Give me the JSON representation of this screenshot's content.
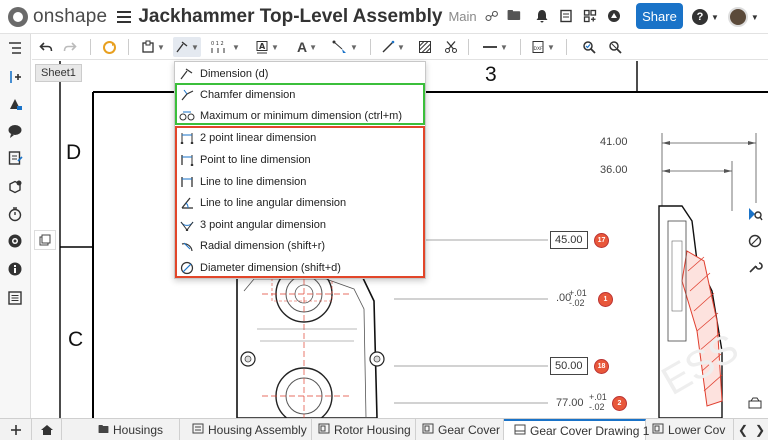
{
  "header": {
    "logo_text": "onshape",
    "title": "Jackhammer Top-Level Assembly",
    "workspace": "Main",
    "share_label": "Share",
    "help_symbol": "?"
  },
  "toolbar": {
    "text_tool": "A"
  },
  "canvas": {
    "sheet_label": "Sheet1",
    "zone_top": "3",
    "zone_left_upper": "D",
    "zone_left_lower": "C",
    "dims": {
      "d1": "41.00",
      "d2": "36.00",
      "d3": "45.00",
      "d4": ".00",
      "d5": "50.00",
      "d6": "77.00"
    },
    "tolerances": {
      "upper": "+.01",
      "lower": "-.02"
    },
    "balloons": {
      "b17": "17",
      "b1": "1",
      "b18": "18",
      "b2": "2"
    }
  },
  "menu": {
    "items": [
      {
        "label": "Dimension (d)",
        "icon": "dimension-icon"
      },
      {
        "label": "Chamfer dimension",
        "icon": "chamfer-icon"
      },
      {
        "label": "Maximum or minimum dimension (ctrl+m)",
        "icon": "max-min-icon"
      },
      {
        "label": "2 point linear dimension",
        "icon": "two-point-icon"
      },
      {
        "label": "Point to line dimension",
        "icon": "point-line-icon"
      },
      {
        "label": "Line to line dimension",
        "icon": "line-line-icon"
      },
      {
        "label": "Line to line angular dimension",
        "icon": "angular-icon"
      },
      {
        "label": "3 point angular dimension",
        "icon": "three-point-angular-icon"
      },
      {
        "label": "Radial dimension (shift+r)",
        "icon": "radial-icon"
      },
      {
        "label": "Diameter dimension (shift+d)",
        "icon": "diameter-icon"
      }
    ]
  },
  "tabs": {
    "items": [
      {
        "label": "Housings"
      },
      {
        "label": "Housing Assembly"
      },
      {
        "label": "Rotor Housing"
      },
      {
        "label": "Gear Cover"
      },
      {
        "label": "Gear Cover Drawing 1"
      },
      {
        "label": "Lower Cov"
      }
    ]
  },
  "colors": {
    "accent": "#1a73c8",
    "highlight_green": "#3bbf3b",
    "highlight_red": "#e2462a",
    "balloon": "#e8573a"
  }
}
